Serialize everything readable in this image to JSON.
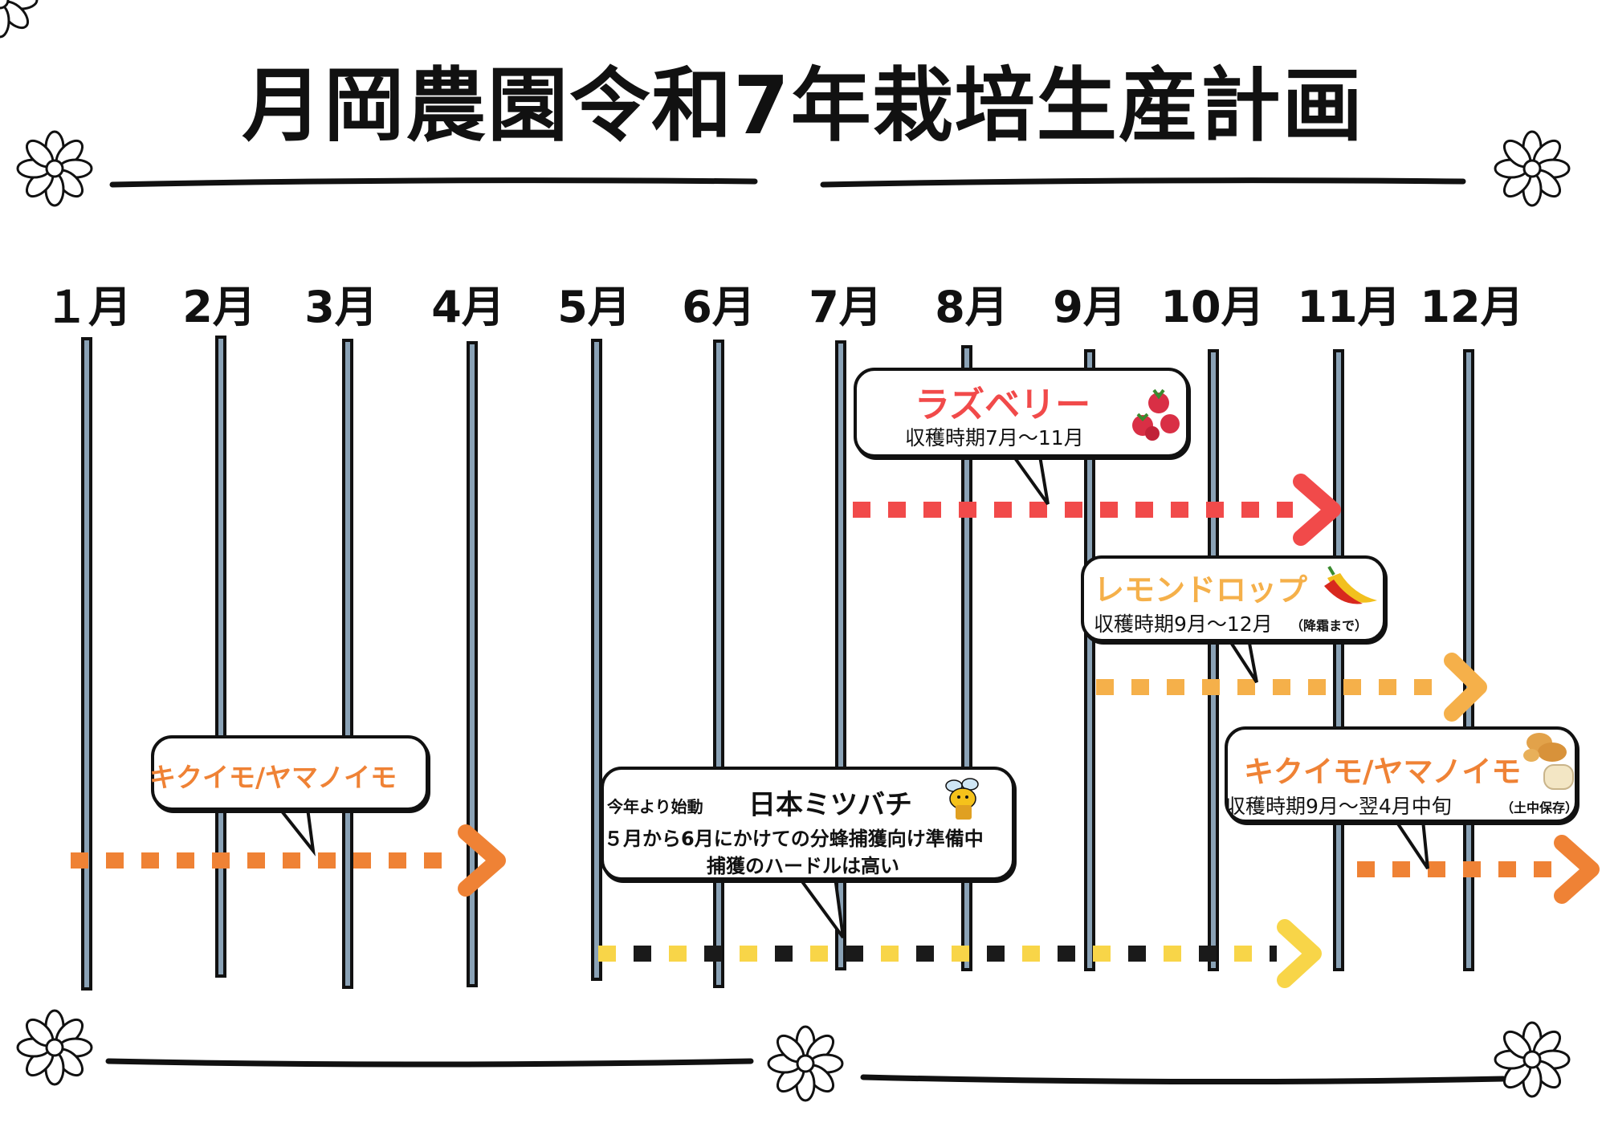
{
  "title": "月岡農園令和7年栽培生産計画",
  "months": [
    "１月",
    "2月",
    "3月",
    "4月",
    "5月",
    "6月",
    "7月",
    "8月",
    "9月",
    "10月",
    "11月",
    "12月"
  ],
  "colors": {
    "raspberry": "#f14a4a",
    "lemondrop": "#f5b04a",
    "kikuimo": "#ef8235",
    "bee_yellow": "#f8d548",
    "bee_black": "#1a1a1a",
    "bar": "#8aa2b6"
  },
  "crops": {
    "raspberry": {
      "name": "ラズベリー",
      "period": "収穫時期7月〜11月",
      "icon": "raspberry-icon"
    },
    "lemondrop": {
      "name": "レモンドロップ",
      "period": "収穫時期9月〜12月",
      "note": "（降霜まで）",
      "icon": "chili-pepper-icon"
    },
    "kikuimo_early": {
      "name": "キクイモ/ヤマノイモ"
    },
    "kikuimo_late": {
      "name": "キクイモ/ヤマノイモ",
      "period": "収穫時期9月〜翌4月中旬",
      "note": "（土中保存）",
      "icon": "ginger-root-icon"
    },
    "bee": {
      "prefix": "今年より始動",
      "name": "日本ミツバチ",
      "line1": "５月から6月にかけての分蜂捕獲向け準備中",
      "line2": "捕獲のハードルは高い",
      "icon": "bee-icon"
    }
  }
}
